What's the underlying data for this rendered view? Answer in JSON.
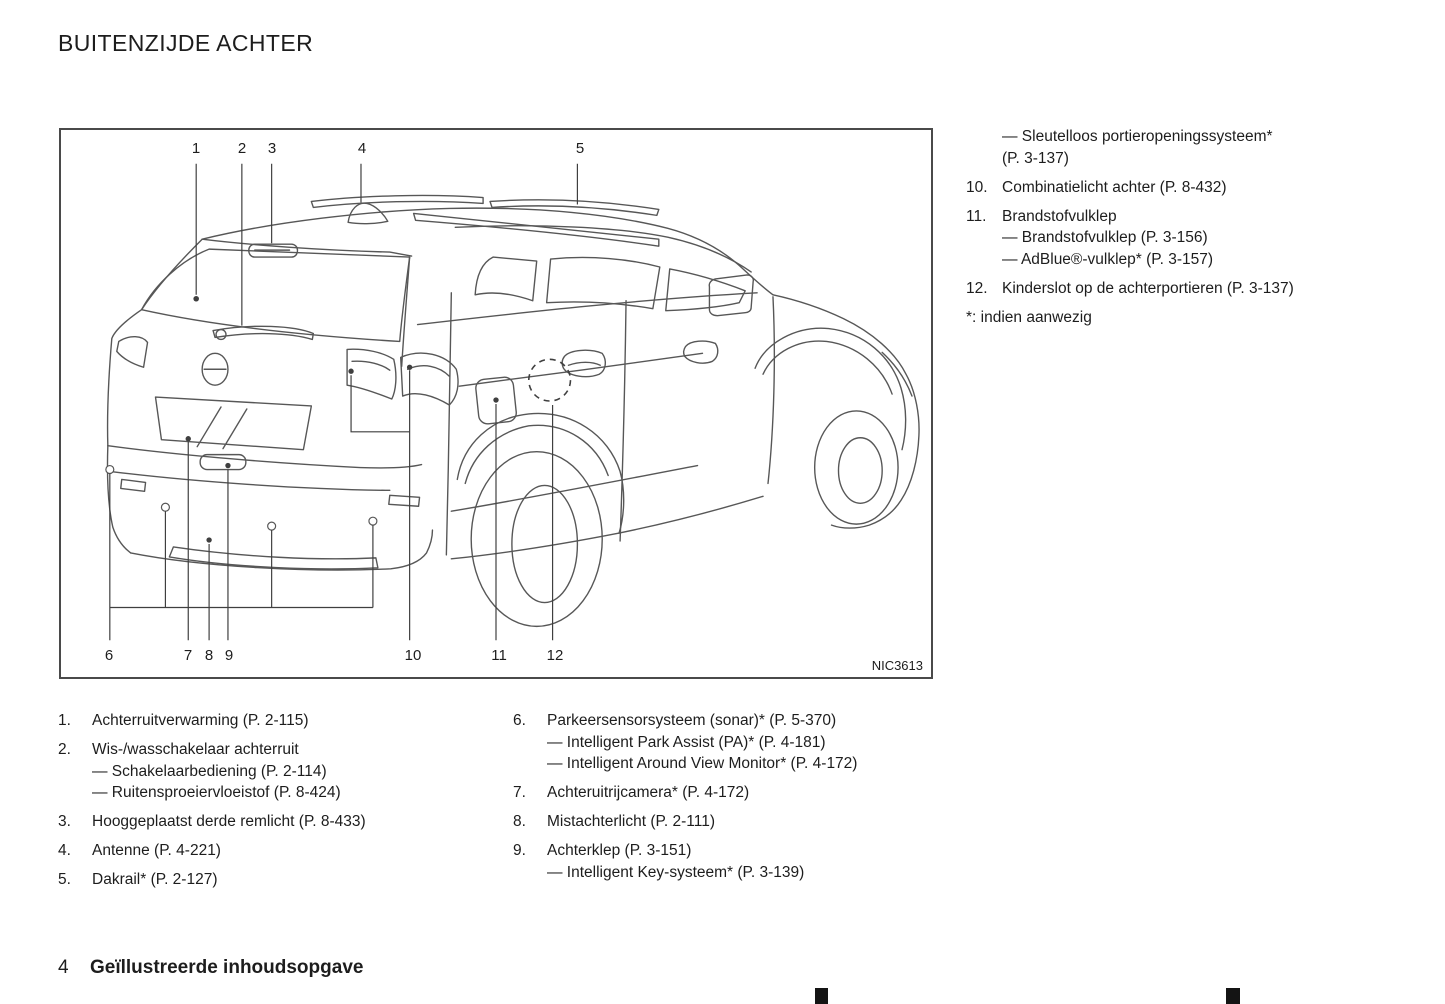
{
  "colors": {
    "ink": "#1d1d1d",
    "line": "#575757",
    "leader": "#3f3f3f",
    "border": "#4a4a4a",
    "mark": "#141414"
  },
  "page": {
    "title": "BUITENZIJDE ACHTER",
    "footer": {
      "page_number": "4",
      "section": "Geïllustreerde inhoudsopgave"
    }
  },
  "figure": {
    "code": "NIC3613",
    "callouts_top": [
      "1",
      "2",
      "3",
      "4",
      "5"
    ],
    "callouts_bottom": [
      "6",
      "7",
      "8",
      "9",
      "10",
      "11",
      "12"
    ]
  },
  "legend_left": [
    {
      "num": "1.",
      "text": "Achterruitverwarming (P. 2-115)"
    },
    {
      "num": "2.",
      "text": "Wis-/wasschakelaar achterruit",
      "subs": [
        "— Schakelaarbediening (P. 2-114)",
        "— Ruitensproeiervloeistof (P. 8-424)"
      ]
    },
    {
      "num": "3.",
      "text": "Hooggeplaatst derde remlicht (P. 8-433)"
    },
    {
      "num": "4.",
      "text": "Antenne (P. 4-221)"
    },
    {
      "num": "5.",
      "text": "Dakrail* (P. 2-127)"
    }
  ],
  "legend_middle": [
    {
      "num": "6.",
      "text": "Parkeersensorsysteem (sonar)* (P. 5-370)",
      "subs": [
        "— Intelligent Park Assist (PA)* (P. 4-181)",
        "— Intelligent Around View Monitor* (P. 4-172)"
      ]
    },
    {
      "num": "7.",
      "text": "Achteruitrijcamera* (P. 4-172)"
    },
    {
      "num": "8.",
      "text": "Mistachterlicht (P. 2-111)"
    },
    {
      "num": "9.",
      "text": "Achterklep (P. 3-151)",
      "subs": [
        "— Intelligent Key-systeem* (P. 3-139)"
      ]
    }
  ],
  "legend_right": {
    "continuation": [
      "— Sleutelloos portieropeningssysteem*",
      "(P. 3-137)"
    ],
    "items": [
      {
        "num": "10.",
        "text": "Combinatielicht achter (P. 8-432)"
      },
      {
        "num": "11.",
        "text": "Brandstofvulklep",
        "subs": [
          "— Brandstofvulklep (P. 3-156)",
          "— AdBlue®-vulklep* (P. 3-157)"
        ]
      },
      {
        "num": "12.",
        "text": "Kinderslot op de achterportieren (P. 3-137)"
      }
    ],
    "footnote": "*: indien aanwezig"
  }
}
